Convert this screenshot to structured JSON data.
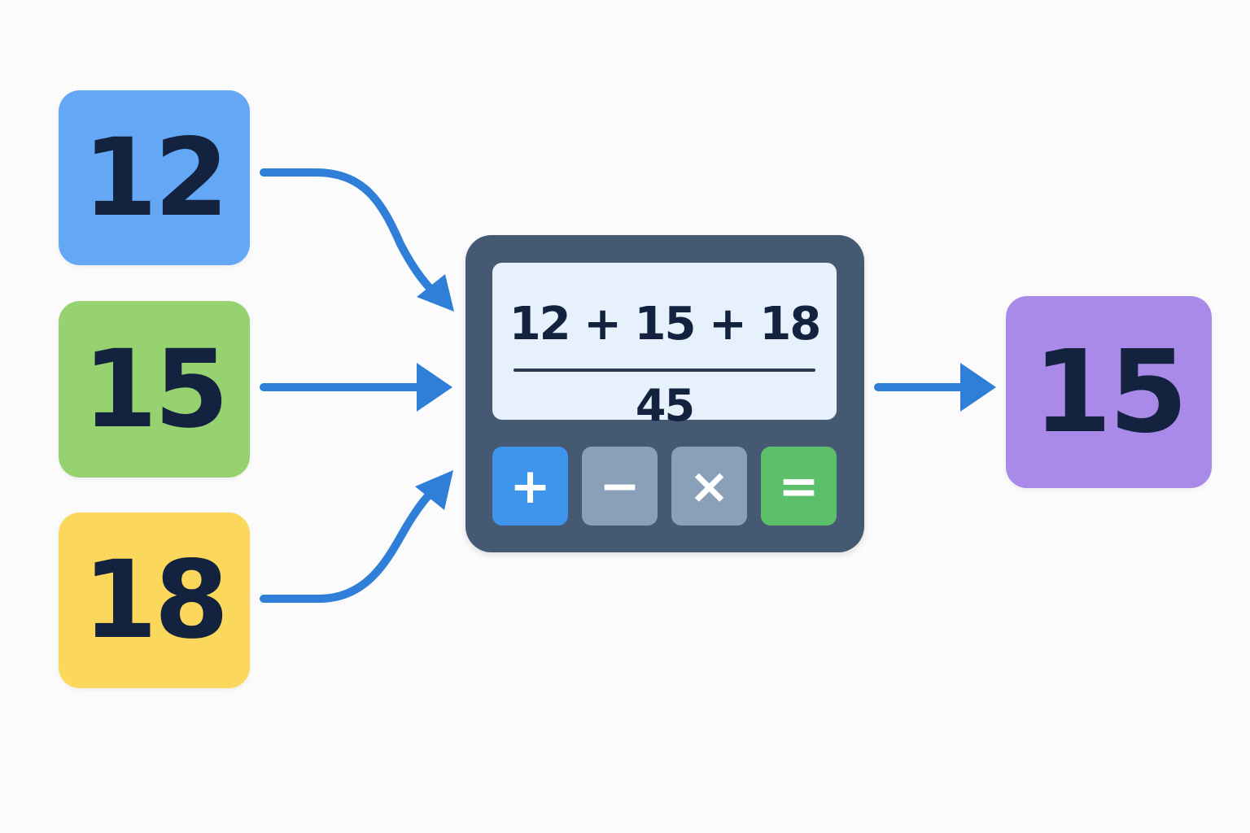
{
  "inputs": [
    {
      "value": "12",
      "color": "#64a8f5"
    },
    {
      "value": "15",
      "color": "#97d271"
    },
    {
      "value": "18",
      "color": "#fbd85c"
    }
  ],
  "calculator": {
    "expression": "12 + 15 + 18",
    "result": "45",
    "body_color": "#455a72",
    "display_color": "#e6f1fc",
    "keys": [
      {
        "symbol": "+",
        "name": "plus",
        "color": "#3f94ec"
      },
      {
        "symbol": "−",
        "name": "minus",
        "color": "#8aa0b8"
      },
      {
        "symbol": "×",
        "name": "times",
        "color": "#8aa0b8"
      },
      {
        "symbol": "=",
        "name": "equals",
        "color": "#5cc06b"
      }
    ]
  },
  "output": {
    "value": "15",
    "color": "#a98ae8"
  },
  "arrow_color": "#2f7fd8",
  "text_color": "#13223f"
}
